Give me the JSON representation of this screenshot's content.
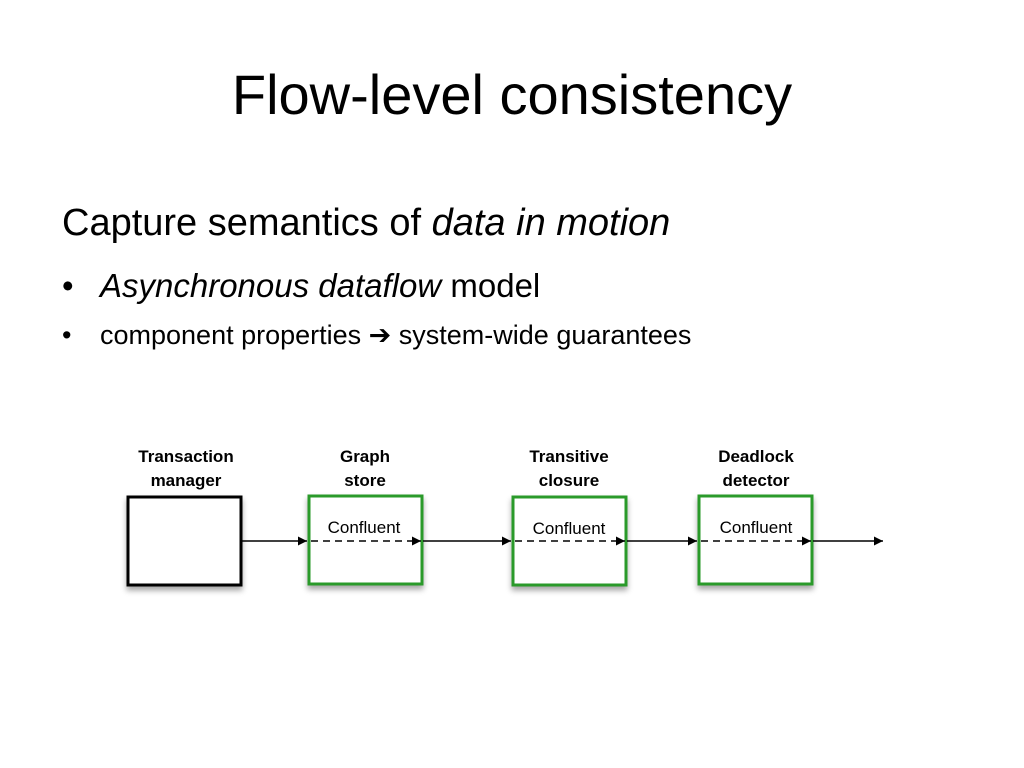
{
  "slide": {
    "title": "Flow-level consistency",
    "headline_plain": "Capture semantics of ",
    "headline_italic": "data in motion",
    "bullets": [
      {
        "marker": "•",
        "italic": "Asynchronous dataflow",
        "rest": " model"
      },
      {
        "marker": "•",
        "before_arrow": "component properties ",
        "arrow": "➔",
        "after_arrow": " system-wide guarantees"
      }
    ]
  },
  "diagram": {
    "nodes": [
      {
        "label_line1": "Transaction",
        "label_line2": "manager",
        "badge": "",
        "border_color": "#000000"
      },
      {
        "label_line1": "Graph",
        "label_line2": "store",
        "badge": "Confluent",
        "border_color": "#2a9a2a"
      },
      {
        "label_line1": "Transitive",
        "label_line2": "closure",
        "badge": "Confluent",
        "border_color": "#2a9a2a"
      },
      {
        "label_line1": "Deadlock",
        "label_line2": "detector",
        "badge": "Confluent",
        "border_color": "#2a9a2a"
      }
    ]
  }
}
